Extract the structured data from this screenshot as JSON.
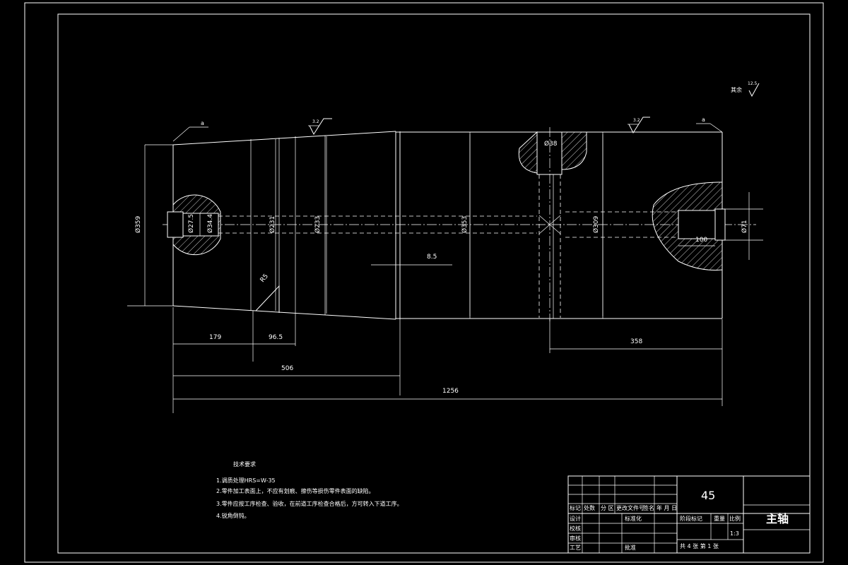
{
  "dimensions": {
    "len_179": "179",
    "len_96_5": "96.5",
    "len_506": "506",
    "len_1256": "1256",
    "len_358": "358",
    "len_8_5": "8.5",
    "len_100": "100",
    "dia_left_outer": "Ø359",
    "dia_bore_a": "Ø27.5",
    "dia_bore_b": "Ø34.4",
    "dia_231": "Ø231",
    "dia_233": "Ø233",
    "dia_353": "Ø353",
    "dia_cross": "Ø38",
    "dia_309": "Ø309",
    "dia_71": "Ø71",
    "radius_r5": "R5"
  },
  "surface": {
    "left_finish": "a",
    "right_finish": "a",
    "rough_left": "3.2",
    "rough_right": "3.2",
    "other_label": "其余",
    "other_value": "12.5"
  },
  "notes": {
    "title": "技术要求",
    "items": [
      "1.调质处理HRS=W-35",
      "2.零件加工表面上，不应有划痕、擦伤等损伤零件表面的缺陷。",
      "3.零件应按工序检查、验收，在前道工序检查合格后，方可转入下道工序。",
      "4.锐角倒钝。"
    ]
  },
  "title_block": {
    "material": "45",
    "part_name": "主轴",
    "cols": [
      "标记",
      "处数",
      "分 区",
      "更改文件号",
      "签名",
      "年 月 日"
    ],
    "rows": [
      "设计",
      "校核",
      "审核",
      "工艺"
    ],
    "standardization": "标准化",
    "approve": "批准",
    "stage_mark": "阶段标记",
    "weight": "重量",
    "scale_label": "比例",
    "scale": "1:3",
    "sheets": "共 4 张 第 1 张"
  }
}
